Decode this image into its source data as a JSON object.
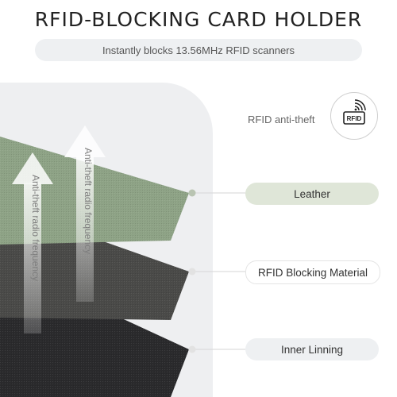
{
  "header": {
    "title": "RFID-BLOCKING CARD HOLDER",
    "subtitle": "Instantly blocks 13.56MHz RFID scanners"
  },
  "badge": {
    "label": "RFID anti-theft",
    "icon_text": "RFID",
    "icon": "rfid-wave-card-icon"
  },
  "arrows": {
    "text_left": "Anti-theft radio frequency",
    "text_right": "Anti-theft radio frequency"
  },
  "layers": [
    {
      "label": "Leather",
      "color": "#8ea386"
    },
    {
      "label": "RFID Blocking Material",
      "color": "#4a4a48"
    },
    {
      "label": "Inner Linning",
      "color": "#2a2a2c"
    }
  ],
  "colors": {
    "leather_pill": "#dfe6d8",
    "connector_dot": "#b9c4b2",
    "background_panel": "#eeeff1"
  }
}
